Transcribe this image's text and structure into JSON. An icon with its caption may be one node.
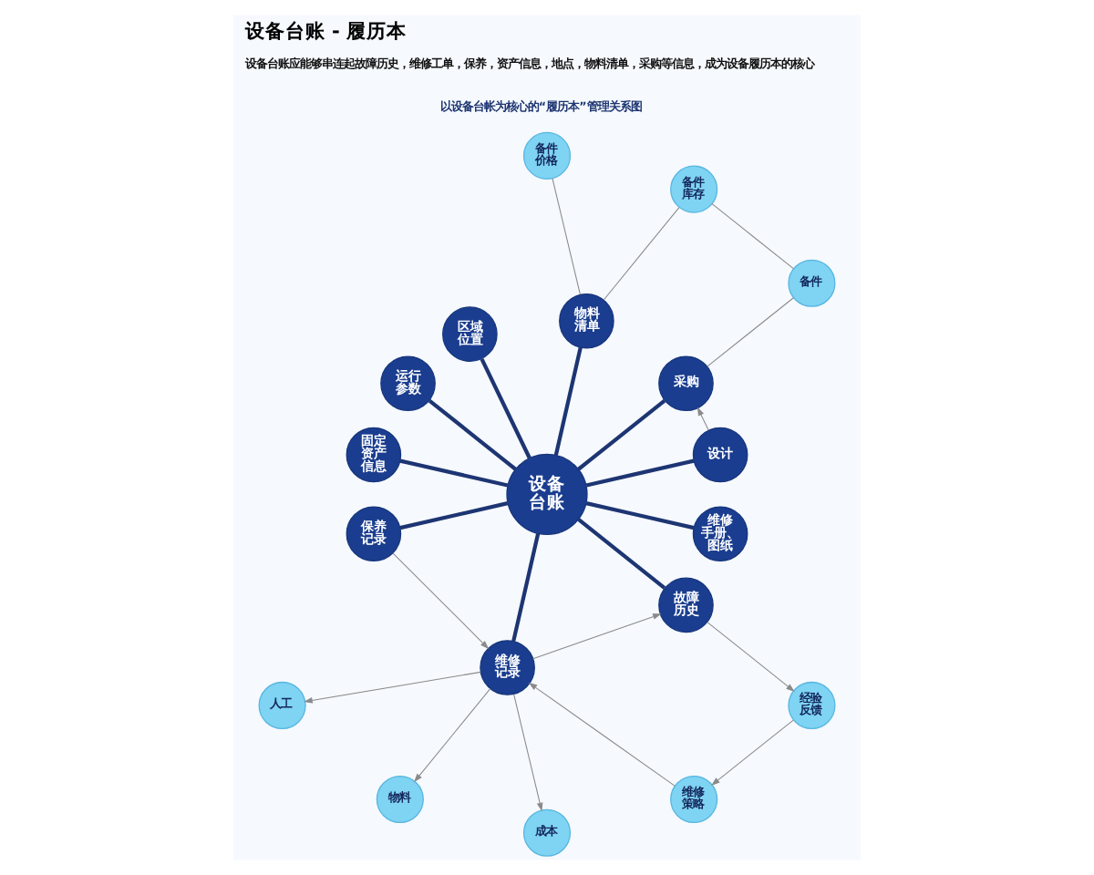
{
  "diagram": {
    "title": "设备台账 - 履历本",
    "nodes": [
      {
        "text": [
          "设备台账"
        ]
      },
      {
        "text": [
          "维修手册、图纸"
        ]
      },
      {
        "text": [
          "故障历史"
        ]
      },
      {
        "text": [
          "维修记录"
        ]
      },
      {
        "text": [
          "保养记录"
        ]
      },
      {
        "text": [
          "固定资产信息"
        ]
      },
      {
        "text": [
          "运行参数"
        ]
      },
      {
        "text": [
          "区域位置"
        ]
      },
      {
        "text": [
          "物料清单"
        ]
      },
      {
        "text": [
          "采购"
        ]
      },
      {
        "text": [
          "设计"
        ]
      },
      {
        "text": [
          "经验反馈"
        ]
      },
      {
        "text": [
          "维修策略"
        ]
      },
      {
        "text": [
          "成本"
        ]
      },
      {
        "text": [
          "物料"
        ]
      },
      {
        "text": [
          "人工"
        ]
      },
      {
        "text": [
          "备件价格"
        ]
      },
      {
        "text": [
          "备件库存"
        ]
      },
      {
        "text": [
          "备件"
        ]
      }
    ],
    "edges": [
      {
        "from": 0,
        "to": 10,
        "arrow": "none",
        "style": "thick",
        "color": "#1d3572"
      },
      {
        "from": 0,
        "to": 9,
        "arrow": "none",
        "style": "thick",
        "color": "#1d3572"
      },
      {
        "from": 0,
        "to": 8,
        "arrow": "none",
        "style": "thick",
        "color": "#1d3572"
      },
      {
        "from": 0,
        "to": 7,
        "arrow": "none",
        "style": "thick",
        "color": "#1d3572"
      },
      {
        "from": 0,
        "to": 6,
        "arrow": "none",
        "style": "thick",
        "color": "#1d3572"
      },
      {
        "from": 0,
        "to": 5,
        "arrow": "none",
        "style": "thick",
        "color": "#1d3572"
      },
      {
        "from": 0,
        "to": 4,
        "arrow": "none",
        "style": "thick",
        "color": "#1d3572"
      },
      {
        "from": 0,
        "to": 3,
        "arrow": "none",
        "style": "thick",
        "color": "#1d3572"
      },
      {
        "from": 0,
        "to": 2,
        "arrow": "none",
        "style": "thick",
        "color": "#1d3572"
      },
      {
        "from": 0,
        "to": 1,
        "arrow": "none",
        "style": "thick",
        "color": "#1d3572"
      },
      {
        "from": 2,
        "to": 11,
        "arrow": "to"
      },
      {
        "from": 11,
        "to": 12,
        "arrow": "to"
      },
      {
        "from": 12,
        "to": 3,
        "arrow": "to"
      },
      {
        "from": 3,
        "to": 2,
        "arrow": "to"
      },
      {
        "from": 3,
        "to": 13,
        "arrow": "to"
      },
      {
        "from": 3,
        "to": 14,
        "arrow": "to"
      },
      {
        "from": 3,
        "to": 15,
        "arrow": "to"
      },
      {
        "from": 4,
        "to": 3,
        "arrow": "to"
      },
      {
        "from": 8,
        "to": 16,
        "arrow": "none"
      },
      {
        "from": 8,
        "to": 17,
        "arrow": "none"
      },
      {
        "from": 17,
        "to": 18,
        "arrow": "none"
      },
      {
        "from": 18,
        "to": 9,
        "arrow": "none"
      },
      {
        "from": 10,
        "to": 9,
        "arrow": "to"
      }
    ],
    "labels": [
      "设备台账应能够串连起故障历史，维修工单，保养，资产信息，地点，物料清单，采购等信息，成为设备履历本的核心",
      "以设备台帐为核心的“履历本”管理关系图"
    ]
  }
}
